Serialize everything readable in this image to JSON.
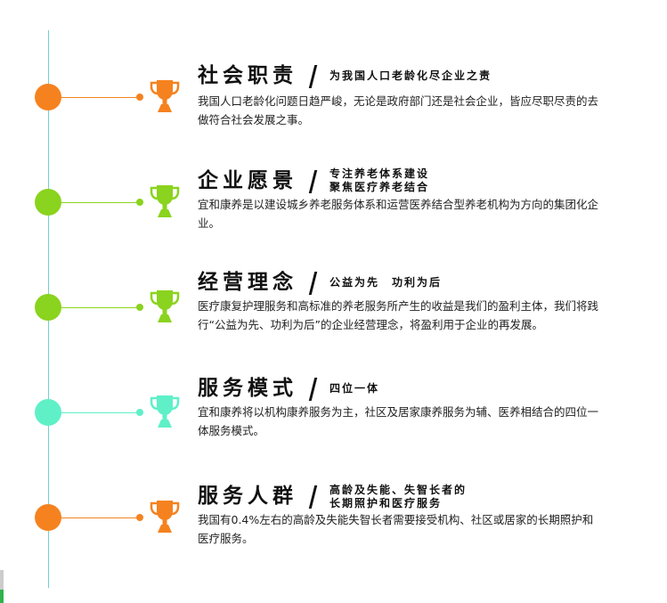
{
  "colors": {
    "timeline": "#6fd0cf",
    "orange": "#f5821f",
    "green": "#8ad31e",
    "mint": "#5ff0c8"
  },
  "items": [
    {
      "title": "社会职责",
      "subtitle": [
        "为我国人口老龄化尽企业之责"
      ],
      "description": "我国人口老龄化问题日趋严峻，无论是政府部门还是社会企业，皆应尽职尽责的去做符合社会发展之事。",
      "color": "#f5821f",
      "icon": "trophy-icon"
    },
    {
      "title": "企业愿景",
      "subtitle": [
        "专注养老体系建设",
        "聚焦医疗养老结合"
      ],
      "description": "宜和康养是以建设城乡养老服务体系和运营医养结合型养老机构为方向的集团化企业。",
      "color": "#8ad31e",
      "icon": "trophy-icon"
    },
    {
      "title": "经营理念",
      "subtitle": [
        "公益为先　功利为后"
      ],
      "description": "医疗康复护理服务和高标准的养老服务所产生的收益是我们的盈利主体，我们将践行“公益为先、功利为后”的企业经营理念，将盈利用于企业的再发展。",
      "color": "#8ad31e",
      "icon": "trophy-icon"
    },
    {
      "title": "服务模式",
      "subtitle": [
        "四位一体"
      ],
      "description": "宜和康养将以机构康养服务为主，社区及居家康养服务为辅、医养相结合的四位一体服务模式。",
      "color": "#5ff0c8",
      "icon": "trophy-icon"
    },
    {
      "title": "服务人群",
      "subtitle": [
        "高龄及失能、失智长者的",
        "长期照护和医疗服务"
      ],
      "description": "我国有0.4%左右的高龄及失能失智长者需要接受机构、社区或居家的长期照护和医疗服务。",
      "color": "#f5821f",
      "icon": "trophy-icon"
    }
  ]
}
